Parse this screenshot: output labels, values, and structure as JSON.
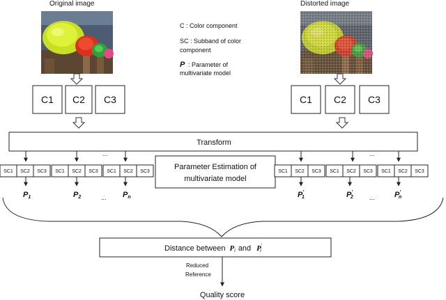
{
  "titles": {
    "original": "Original image",
    "distorted": "Distorted image"
  },
  "legend": {
    "c_line": "C : Color component",
    "sc_line1": "SC : Subband of color",
    "sc_line2": "component",
    "p_symbol": "P",
    "p_line1": ": Parameter of",
    "p_line2": "multivariate model"
  },
  "components": [
    "C1",
    "C2",
    "C3"
  ],
  "transform_label": "Transform",
  "subbands": [
    "SC1",
    "SC2",
    "SC3"
  ],
  "ellipsis": "...",
  "estimation_label_1": "Parameter Estimation of",
  "estimation_label_2": "multivariate model",
  "params_original": {
    "p": "P",
    "sub1": "1",
    "sub2": "2",
    "subn": "n"
  },
  "params_distorted": {
    "p": "P",
    "sub1": "1",
    "sub2": "2",
    "subn": "n",
    "prime": "'"
  },
  "distance": {
    "text": "Distance between",
    "p": "P",
    "sub": "i",
    "and": "and",
    "prime": "'"
  },
  "rr_line1": "Reduced",
  "rr_line2": "Reference",
  "quality_score": "Quality score",
  "colors": {
    "line": "#222222",
    "box_fill": "#ffffff"
  },
  "images": {
    "original": "colorful-hats-photo",
    "distorted": "colorful-hats-photo-noisy"
  }
}
